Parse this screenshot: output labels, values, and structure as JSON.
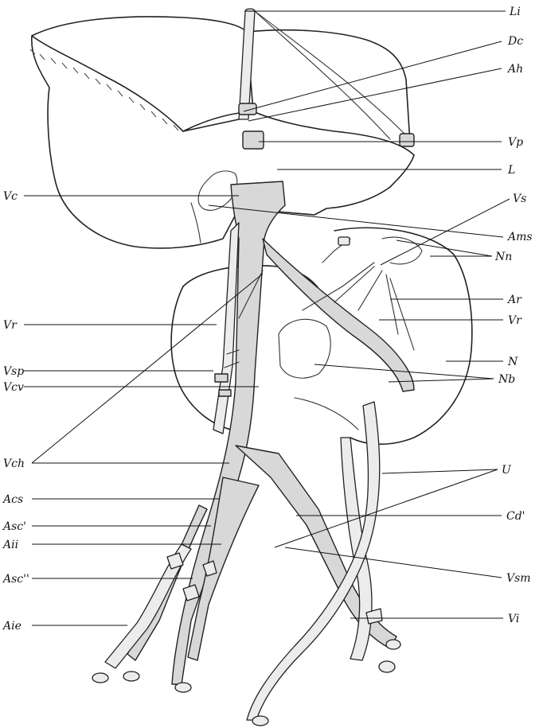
{
  "labels_right": [
    {
      "key": "li",
      "text": "Li"
    },
    {
      "key": "dc",
      "text": "Dc"
    },
    {
      "key": "ah",
      "text": "Ah"
    },
    {
      "key": "vp",
      "text": "Vp"
    },
    {
      "key": "l",
      "text": "L"
    },
    {
      "key": "vs",
      "text": "Vs"
    },
    {
      "key": "ams",
      "text": "Ams"
    },
    {
      "key": "nn",
      "text": "Nn"
    },
    {
      "key": "ar",
      "text": "Ar"
    },
    {
      "key": "vr",
      "text": "Vr"
    },
    {
      "key": "n",
      "text": "N"
    },
    {
      "key": "nb",
      "text": "Nb"
    },
    {
      "key": "u",
      "text": "U"
    },
    {
      "key": "cd",
      "text": "Cd'"
    },
    {
      "key": "vsm",
      "text": "Vsm"
    },
    {
      "key": "vi",
      "text": "Vi"
    }
  ],
  "labels_left": [
    {
      "key": "vc",
      "text": "Vc"
    },
    {
      "key": "vr",
      "text": "Vr"
    },
    {
      "key": "vsp",
      "text": "Vsp"
    },
    {
      "key": "vcv",
      "text": "Vcv"
    },
    {
      "key": "vch",
      "text": "Vch"
    },
    {
      "key": "acs",
      "text": "Acs"
    },
    {
      "key": "asc1",
      "text": "Asc'"
    },
    {
      "key": "aii",
      "text": "Aii"
    },
    {
      "key": "asc2",
      "text": "Asc''"
    },
    {
      "key": "aie",
      "text": "Aie"
    }
  ]
}
